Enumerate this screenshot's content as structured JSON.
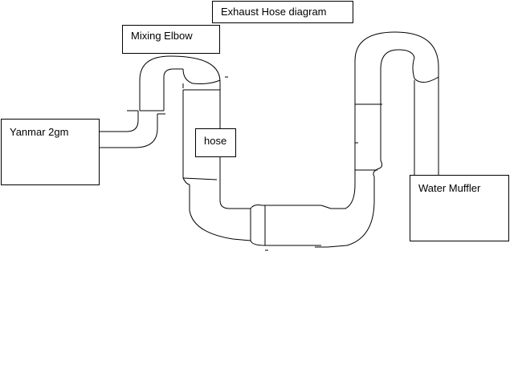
{
  "title": "Exhaust Hose diagram",
  "labels": {
    "mixing_elbow": "Mixing Elbow",
    "hose": "hose",
    "engine": "Yanmar 2gm",
    "muffler": "Water Muffler"
  },
  "colors": {
    "stroke": "#000000",
    "background": "#ffffff"
  }
}
